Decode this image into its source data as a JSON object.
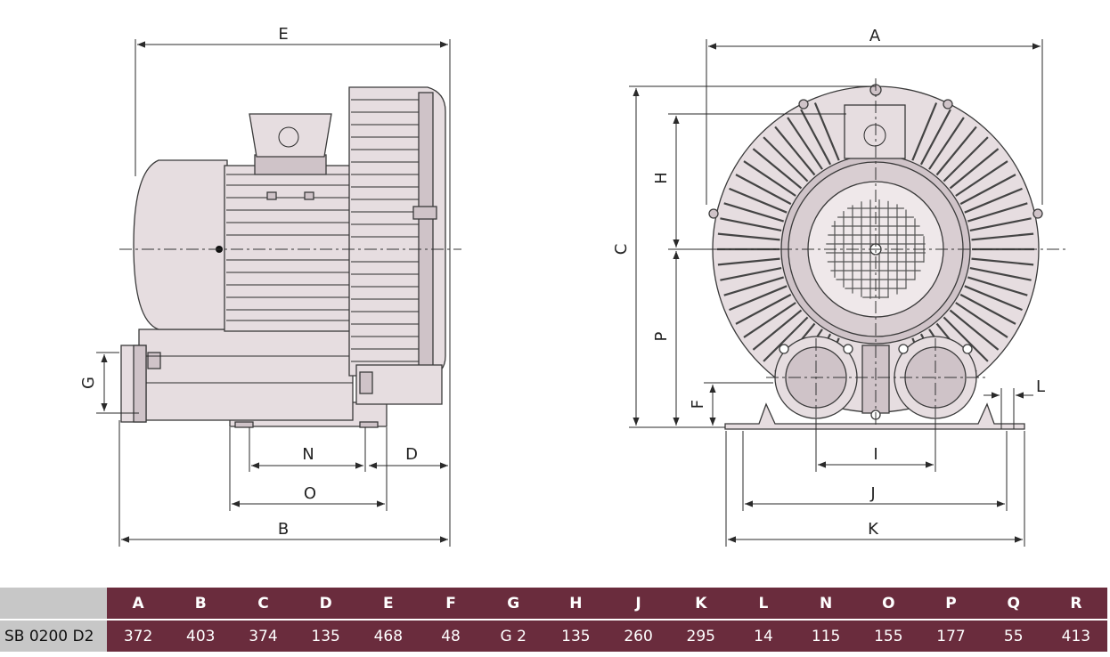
{
  "dimension_labels": {
    "a": "A",
    "b": "B",
    "c": "C",
    "d": "D",
    "e": "E",
    "f": "F",
    "g": "G",
    "h": "H",
    "i": "I",
    "j": "J",
    "k": "K",
    "l": "L",
    "n": "N",
    "o": "O",
    "p": "P"
  },
  "table": {
    "corner": "",
    "headers": [
      "A",
      "B",
      "C",
      "D",
      "E",
      "F",
      "G",
      "H",
      "J",
      "K",
      "L",
      "N",
      "O",
      "P",
      "Q",
      "R"
    ],
    "rows": [
      {
        "model": "SB 0200 D2",
        "values": [
          "372",
          "403",
          "374",
          "135",
          "468",
          "48",
          "G 2",
          "135",
          "260",
          "295",
          "14",
          "115",
          "155",
          "177",
          "55",
          "413"
        ]
      }
    ]
  },
  "colors": {
    "table_fill": "#6a2c3d",
    "model_cell_fill": "#c7c7c7",
    "drawing_fill": "#e6dde0"
  }
}
